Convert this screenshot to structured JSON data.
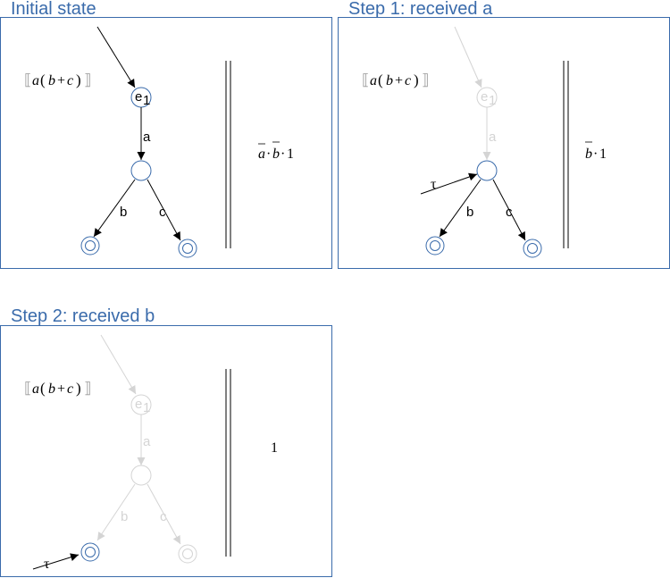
{
  "panels": [
    {
      "title": "Initial state",
      "expression": "a(b+c)",
      "expression_parts": [
        "a",
        "(",
        "b",
        "+",
        "c",
        ")"
      ],
      "state_label": "e",
      "state_sub": "1",
      "edges": {
        "a": "a",
        "b": "b",
        "c": "c"
      },
      "tau": "",
      "residual": "a·b·1",
      "residual_parts": [
        "a",
        "·",
        "b",
        "·",
        "1"
      ]
    },
    {
      "title": "Step 1: received a",
      "expression": "a(b+c)",
      "expression_parts": [
        "a",
        "(",
        "b",
        "+",
        "c",
        ")"
      ],
      "state_label": "e",
      "state_sub": "1",
      "edges": {
        "a": "a",
        "b": "b",
        "c": "c"
      },
      "tau": "τ",
      "residual": "b·1",
      "residual_parts": [
        "b",
        "·",
        "1"
      ]
    },
    {
      "title": "Step 2: received b",
      "expression": "a(b+c)",
      "expression_parts": [
        "a",
        "(",
        "b",
        "+",
        "c",
        ")"
      ],
      "state_label": "e",
      "state_sub": "1",
      "edges": {
        "a": "a",
        "b": "b",
        "c": "c"
      },
      "tau": "τ",
      "residual": "1",
      "residual_parts": [
        "1"
      ]
    }
  ],
  "colors": {
    "title": "#3a6bab",
    "border": "#3a6bab",
    "active": "#000000",
    "faded": "#d4d4d4",
    "state": "#3a6bab",
    "bracket": "#999999"
  }
}
